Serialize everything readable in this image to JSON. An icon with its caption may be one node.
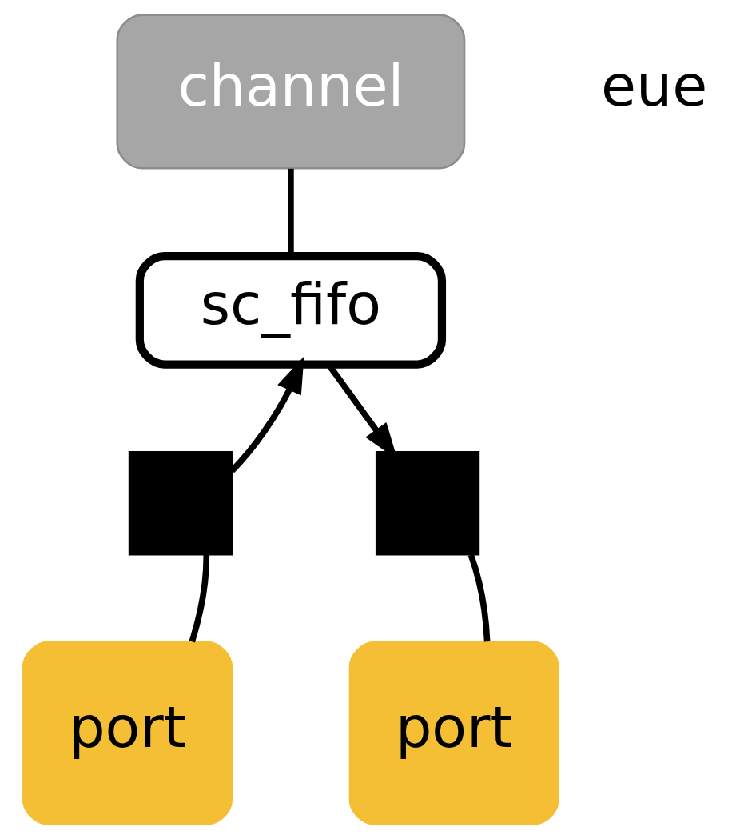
{
  "diagram": {
    "nodes": [
      {
        "text": [
          "channel"
        ]
      },
      {
        "text": [
          "sc_fifo"
        ]
      },
      {
        "text": [],
        "shape": "box"
      },
      {
        "text": [],
        "shape": "box"
      },
      {
        "text": [
          "port"
        ]
      },
      {
        "text": [
          "port"
        ]
      }
    ],
    "edges": [
      {
        "from": 2,
        "to": 1,
        "arrow": "to"
      },
      {
        "from": 1,
        "to": 3,
        "arrow": "to"
      },
      {
        "from": 0,
        "to": 1,
        "arrow": "none"
      },
      {
        "from": 4,
        "to": 2,
        "arrow": "none"
      },
      {
        "from": 5,
        "to": 3,
        "arrow": "none"
      }
    ],
    "labels": [
      "eue"
    ]
  }
}
